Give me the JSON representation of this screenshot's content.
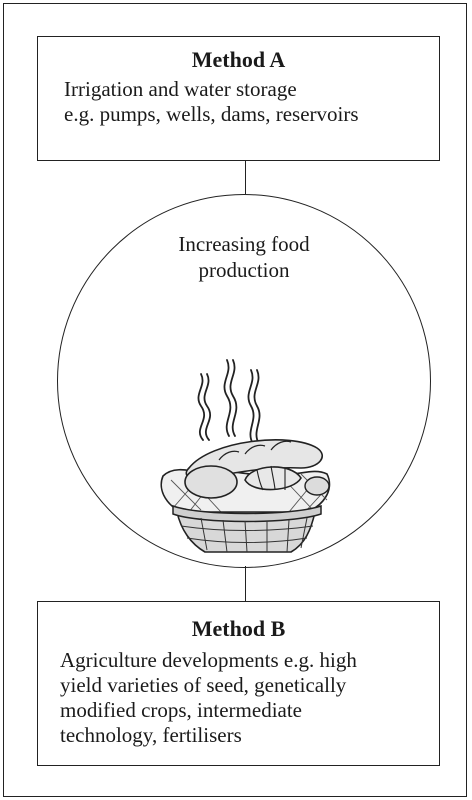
{
  "method_a": {
    "title": "Method A",
    "text": "Irrigation and water storage\ne.g. pumps, wells, dams, reservoirs"
  },
  "center": {
    "label": "Increasing food\nproduction",
    "illustration": "bread-basket-icon"
  },
  "method_b": {
    "title": "Method B",
    "text": "Agriculture developments e.g. high\nyield varieties of seed, genetically\nmodified crops, intermediate\ntechnology, fertilisers"
  }
}
